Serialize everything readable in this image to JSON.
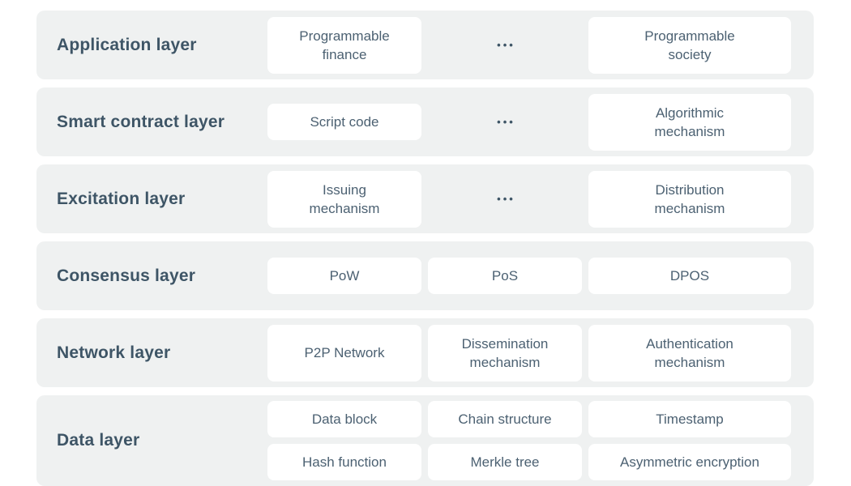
{
  "colors": {
    "row_background": "#eff1f1",
    "card_background": "#ffffff",
    "label_text": "#3e5566",
    "card_text": "#4c6172"
  },
  "rows": [
    {
      "label": "Application layer",
      "cells": [
        {
          "type": "card",
          "text": [
            "Programmable",
            "finance"
          ]
        },
        {
          "type": "dots",
          "text": "•••"
        },
        {
          "type": "card",
          "text": [
            "Programmable",
            "society"
          ]
        }
      ]
    },
    {
      "label": "Smart contract layer",
      "cells": [
        {
          "type": "card",
          "text": "Script code"
        },
        {
          "type": "dots",
          "text": "•••"
        },
        {
          "type": "card",
          "text": [
            "Algorithmic",
            "mechanism"
          ]
        }
      ]
    },
    {
      "label": "Excitation layer",
      "cells": [
        {
          "type": "card",
          "text": [
            "Issuing",
            "mechanism"
          ]
        },
        {
          "type": "dots",
          "text": "•••"
        },
        {
          "type": "card",
          "text": [
            "Distribution",
            "mechanism"
          ]
        }
      ]
    },
    {
      "label": "Consensus layer",
      "cells": [
        {
          "type": "card",
          "text": "PoW"
        },
        {
          "type": "card",
          "text": "PoS"
        },
        {
          "type": "card",
          "text": "DPOS"
        }
      ]
    },
    {
      "label": "Network layer",
      "cells": [
        {
          "type": "card",
          "text": "P2P Network"
        },
        {
          "type": "card",
          "text": [
            "Dissemination",
            "mechanism"
          ]
        },
        {
          "type": "card",
          "text": [
            "Authentication",
            "mechanism"
          ]
        }
      ]
    },
    {
      "label": "Data layer",
      "cells": [
        {
          "type": "stack",
          "top": "Data block",
          "bottom": "Hash function"
        },
        {
          "type": "stack",
          "top": "Chain structure",
          "bottom": "Merkle tree"
        },
        {
          "type": "stack",
          "top": "Timestamp",
          "bottom": "Asymmetric encryption"
        }
      ]
    }
  ]
}
